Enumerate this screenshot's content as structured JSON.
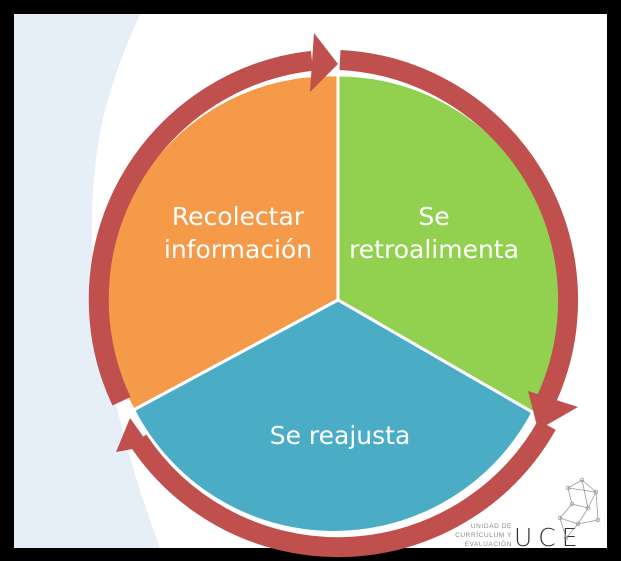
{
  "segments": [
    {
      "lines": [
        "Recolectar",
        "información"
      ],
      "color": "#F49A48"
    },
    {
      "lines": [
        "Se",
        "retroalimenta"
      ],
      "color": "#92D050"
    },
    {
      "lines": [
        "Se reajusta"
      ],
      "color": "#4BACC6"
    }
  ],
  "cycle_arrow_color": "#C0504D",
  "background_wave_color": "#E6EFF8",
  "logo": {
    "line1": "UNIDAD DE",
    "line2": "CURRÍCULUM Y",
    "line3": "EVALUACIÓN",
    "acronym": "UCE"
  }
}
